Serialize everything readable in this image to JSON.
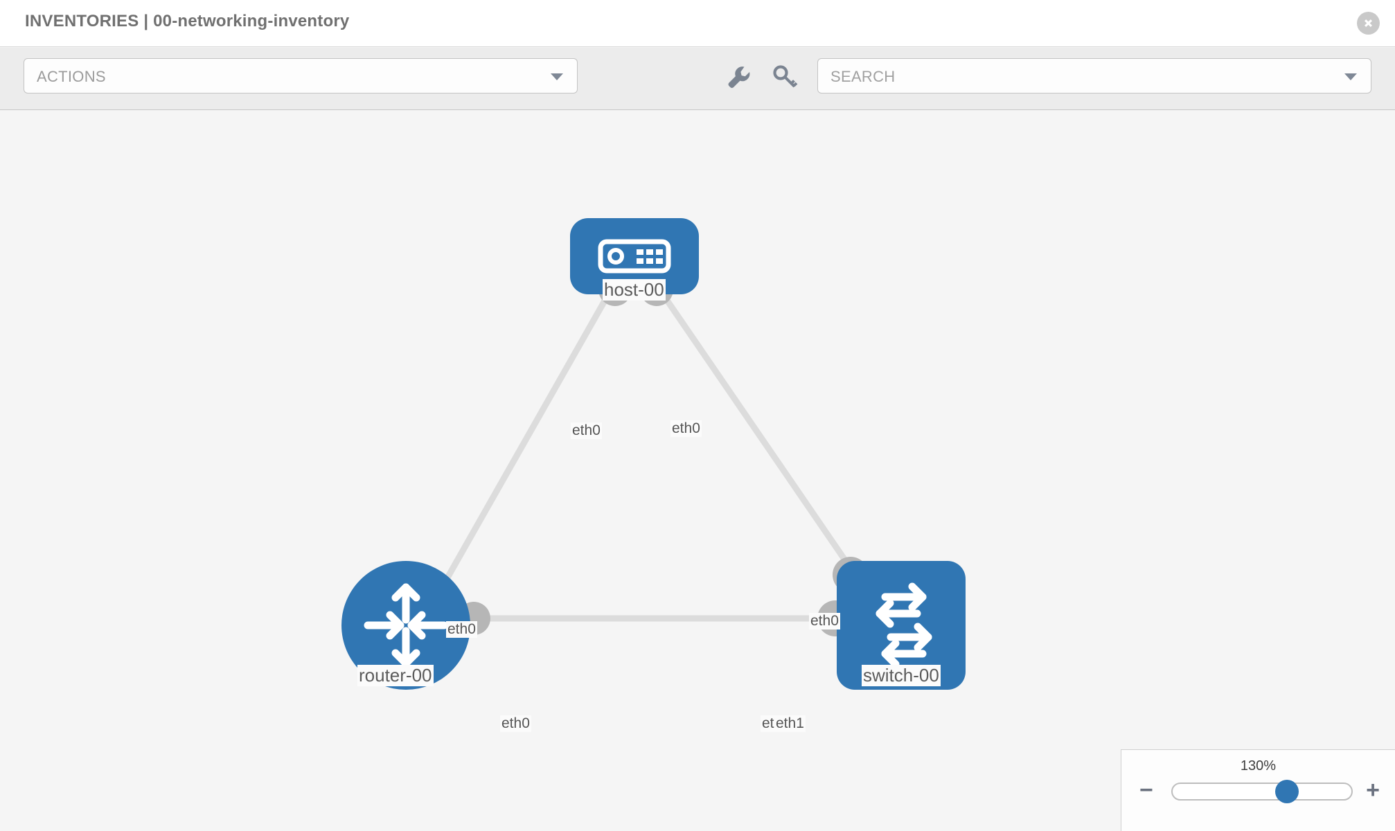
{
  "header": {
    "title": "INVENTORIES | 00-networking-inventory",
    "close_icon": "close-circle-icon"
  },
  "toolbar": {
    "actions_label": "ACTIONS",
    "actions_caret": "chevron-down-icon",
    "wrench_icon": "wrench-icon",
    "key_icon": "key-icon",
    "search_placeholder": "SEARCH",
    "search_caret": "chevron-down-icon"
  },
  "topology": {
    "nodes": [
      {
        "id": "host-00",
        "label": "host-00",
        "icon": "server-icon",
        "shape": "rounded-rect",
        "color": "#3076b3"
      },
      {
        "id": "router-00",
        "label": "router-00",
        "icon": "router-icon",
        "shape": "circle",
        "color": "#3076b3"
      },
      {
        "id": "switch-00",
        "label": "switch-00",
        "icon": "switch-icon",
        "shape": "rounded-square",
        "color": "#3076b3"
      }
    ],
    "links": [
      {
        "from": "host-00",
        "from_iface": "eth0",
        "to": "router-00",
        "to_iface": "eth0"
      },
      {
        "from": "host-00",
        "from_iface": "eth0",
        "to": "switch-00",
        "to_iface": "eth0"
      },
      {
        "from": "router-00",
        "from_iface": "eth0",
        "to": "switch-00",
        "to_iface": "eth1"
      }
    ],
    "iface_labels": {
      "host_left": "eth0",
      "host_right": "eth0",
      "router_up": "eth0",
      "switch_up": "eth0",
      "router_right": "eth0",
      "switch_left_a": "eth",
      "switch_left_b": "eth1"
    },
    "edge_color": "#dcdcdc",
    "port_color": "#b6b6b6"
  },
  "zoom": {
    "value": "130%",
    "minus_label": "−",
    "plus_label": "+",
    "thumb_name": "zoom-slider-thumb"
  }
}
